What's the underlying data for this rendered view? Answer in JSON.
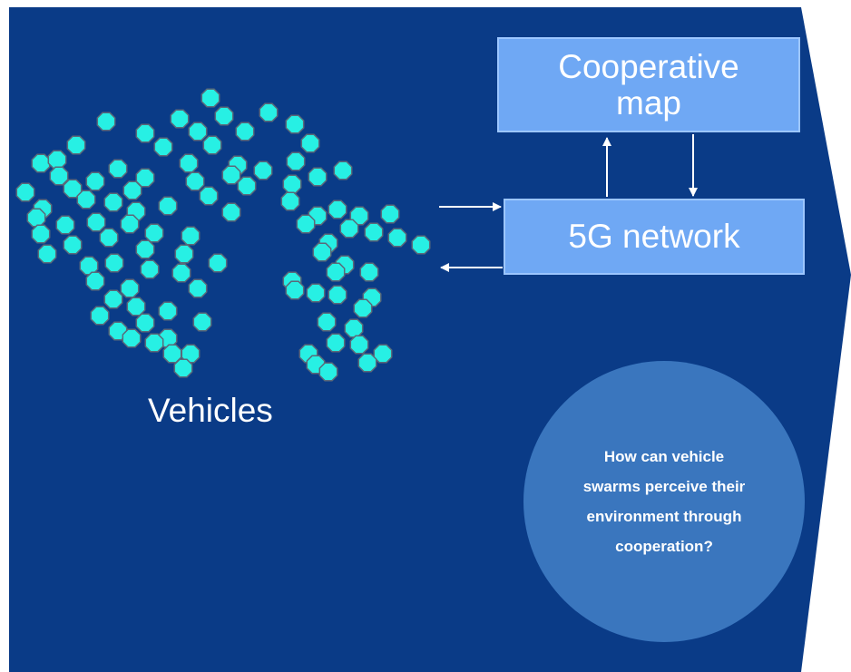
{
  "diagram": {
    "nodes": {
      "cooperative_map": {
        "line1": "Cooperative",
        "line2": "map"
      },
      "network": {
        "label": "5G network"
      },
      "vehicles": {
        "label": "Vehicles"
      }
    },
    "question": "How can vehicle swarms perceive their environment through cooperation?",
    "edges": [
      {
        "from": "vehicles",
        "to": "network"
      },
      {
        "from": "network",
        "to": "vehicles"
      },
      {
        "from": "network",
        "to": "cooperative_map"
      },
      {
        "from": "cooperative_map",
        "to": "network"
      }
    ]
  },
  "colors": {
    "background": "#0a3b87",
    "box_fill": "#6fa8f4",
    "vehicle_fill": "#27f0e4",
    "circle_fill": "#3a76be",
    "text": "#ffffff"
  }
}
